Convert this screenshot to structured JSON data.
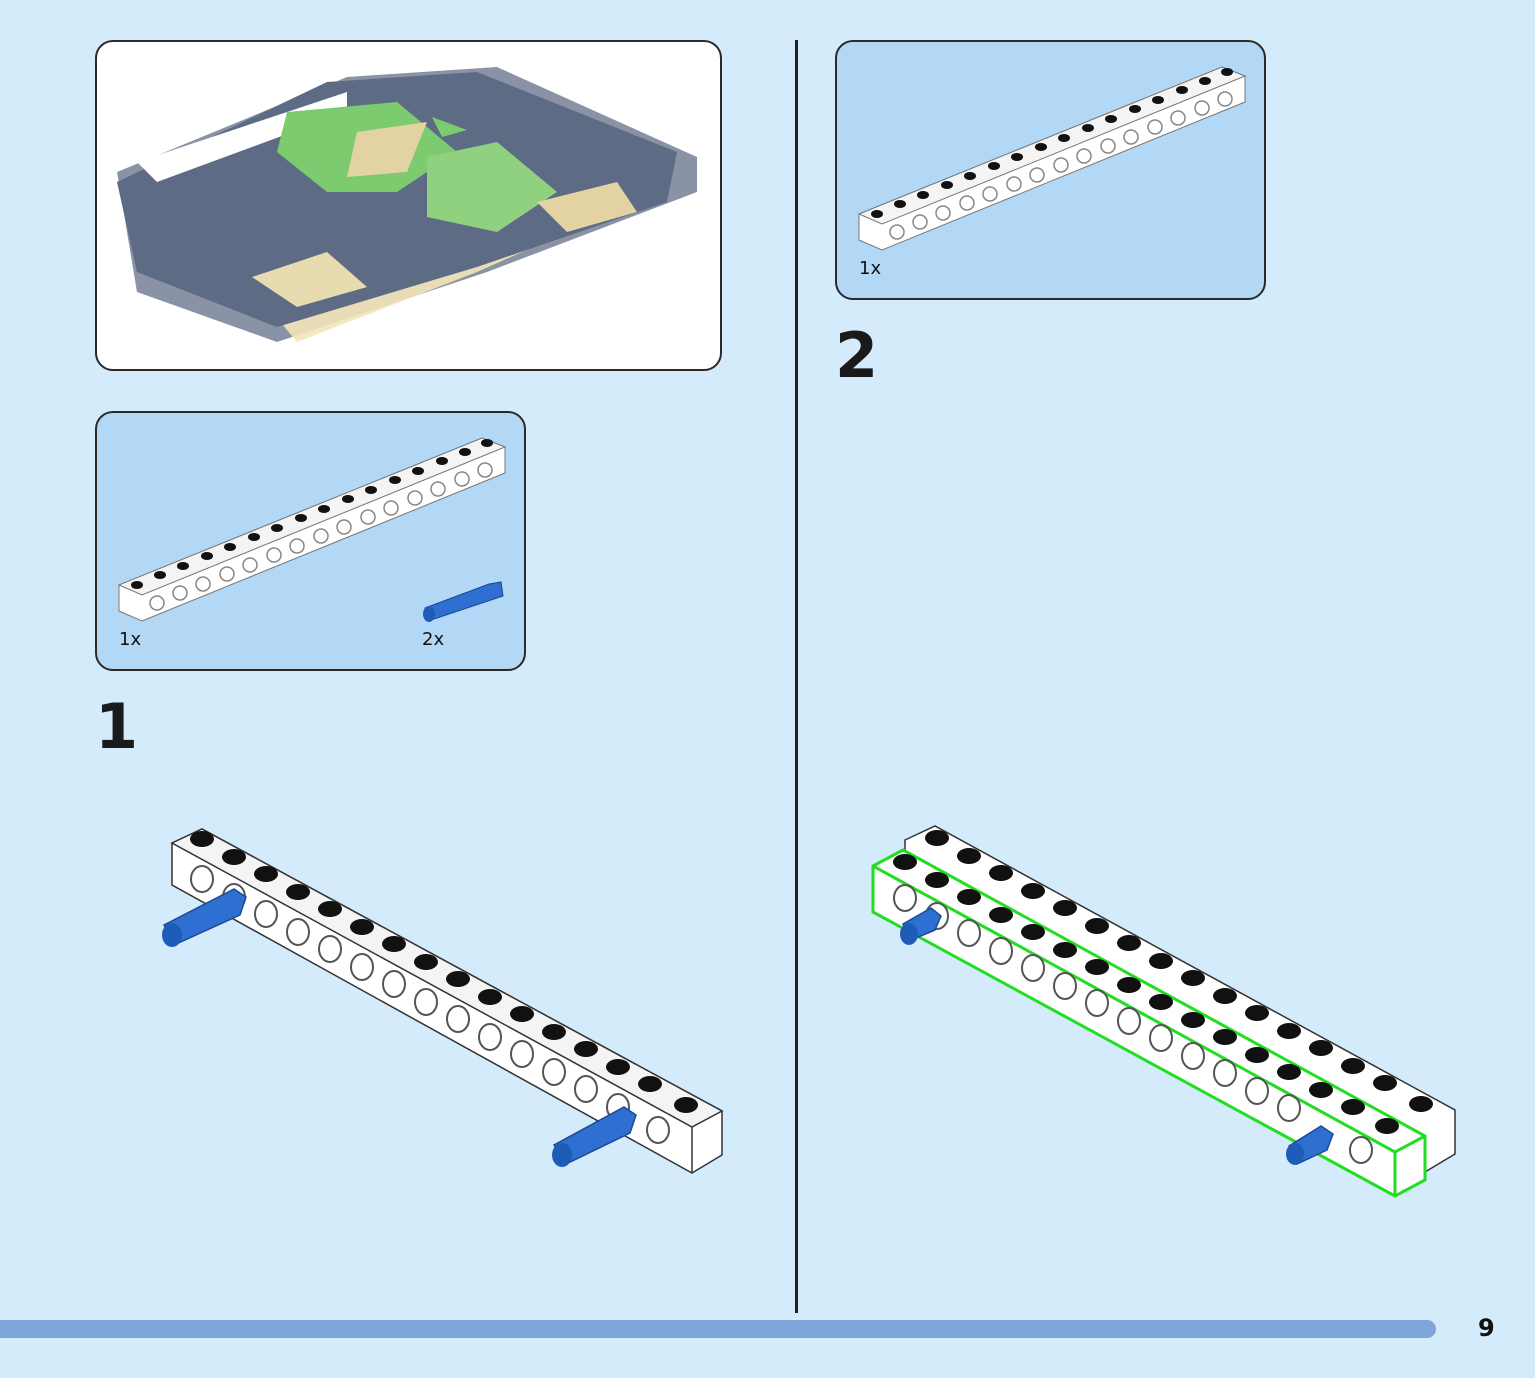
{
  "parts_panel_1": {
    "item_beam_qty": "1x",
    "item_pin_qty": "2x"
  },
  "step_1": {
    "number": "1"
  },
  "parts_panel_2": {
    "item_beam_qty": "1x"
  },
  "step_2": {
    "number": "2"
  },
  "footer": {
    "page_number": "9"
  },
  "colors": {
    "page_background": "#d4ebfb",
    "parts_panel": "#b3d8f5",
    "pin_blue": "#2f6fd1",
    "highlight_green": "#22dd22",
    "footer_bar": "#7fa6d8"
  }
}
